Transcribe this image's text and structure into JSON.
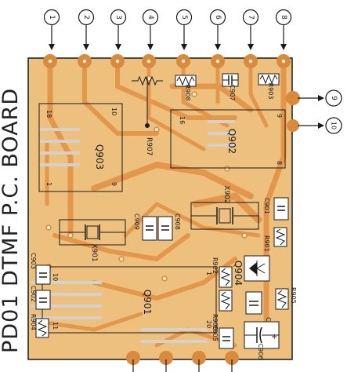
{
  "title": "PD01 DTMF P.C. BOARD",
  "top_callouts": [
    "1",
    "2",
    "3",
    "4",
    "5",
    "6",
    "7",
    "8"
  ],
  "right_callouts": [
    "9",
    "10"
  ],
  "ics": {
    "q903": {
      "name": "Q903",
      "pin_tl": "18",
      "pin_tr": "10",
      "pin_bl": "1",
      "pin_br": "9"
    },
    "q902": {
      "name": "Q902",
      "pin_tl": "16",
      "pin_tr": "9",
      "pin_br": "8"
    },
    "q901": {
      "name": "Q901",
      "pin_tl": "10",
      "pin_tr": "1",
      "pin_bl": "11",
      "pin_br": "20"
    }
  },
  "components": {
    "r907": "R907",
    "r908": "R908",
    "c907": "C907",
    "r903": "R903",
    "x902": "X902",
    "x901": "X901",
    "c909": "C909",
    "c908": "C908",
    "c901": "C901",
    "r901": "R901",
    "r902": "R902",
    "q904": "Q904",
    "r905": "R905",
    "c904": "C904",
    "r906": "R906",
    "c905": "C905",
    "c906": "C906",
    "c903": "C903",
    "c902": "C902",
    "r904": "R904"
  },
  "colors": {
    "board": "#eec07e",
    "trace": "#e7a25a",
    "pad": "#d98a3c",
    "hole": "#fbecd2",
    "ink": "#1a1a1a",
    "pin_trace": "#d4d0cc"
  }
}
